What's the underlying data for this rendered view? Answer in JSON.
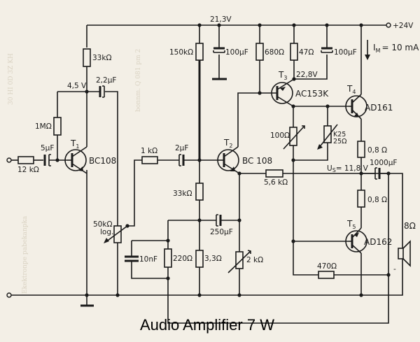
{
  "title": "Audio Amplifier 7 W",
  "supply": {
    "label": "+24V",
    "rail_voltage": "21,3V",
    "quiescent_current": "I",
    "quiescent_current_sub": "M",
    "quiescent_current_value": "= 10 mA"
  },
  "nodes": {
    "t1_collector": "4,5 V",
    "t3_emitter": "22,8V",
    "midpoint_prefix": "U",
    "midpoint_sub": "S",
    "midpoint_value": "= 11,8 V"
  },
  "transistors": [
    {
      "ref": "T",
      "sub": "1",
      "type": "BC108"
    },
    {
      "ref": "T",
      "sub": "2",
      "type": "BC 108"
    },
    {
      "ref": "T",
      "sub": "3",
      "type": "AC153K"
    },
    {
      "ref": "T",
      "sub": "4",
      "type": "AD161"
    },
    {
      "ref": "T",
      "sub": "5",
      "type": "AD162"
    }
  ],
  "resistors": {
    "r_input": "12 kΩ",
    "r_t1_bias": "1MΩ",
    "r_t1_collector": "33kΩ",
    "r_t2_bias_top": "150kΩ",
    "r_t2_bias_bottom": "33kΩ",
    "r_t2_base": "1 kΩ",
    "r_t3_base": "680Ω",
    "r_t3_emitter": "47Ω",
    "r_feedback": "5,6 kΩ",
    "r_bias_trim": "100Ω",
    "r_ntc": "25Ω",
    "r_ntc_type": "K25",
    "r_emitter_t4": "0,8 Ω",
    "r_emitter_t5": "0,8 Ω",
    "r_220": "220Ω",
    "r_33": "3,3Ω",
    "r_2k": "2 kΩ",
    "r_470": "470Ω",
    "pot_volume": "50kΩ",
    "pot_volume_taper": "log."
  },
  "capacitors": {
    "c_input": "5μF",
    "c_coupling_1": "2,2μF",
    "c_coupling_2": "2μF",
    "c_rail_1": "100μF",
    "c_rail_2": "100μF",
    "c_output": "1000μF",
    "c_emitter": "250μF",
    "c_10n": "10nF"
  },
  "speaker": {
    "impedance": "8Ω"
  },
  "polarity_marks": {
    "minus": "-"
  }
}
